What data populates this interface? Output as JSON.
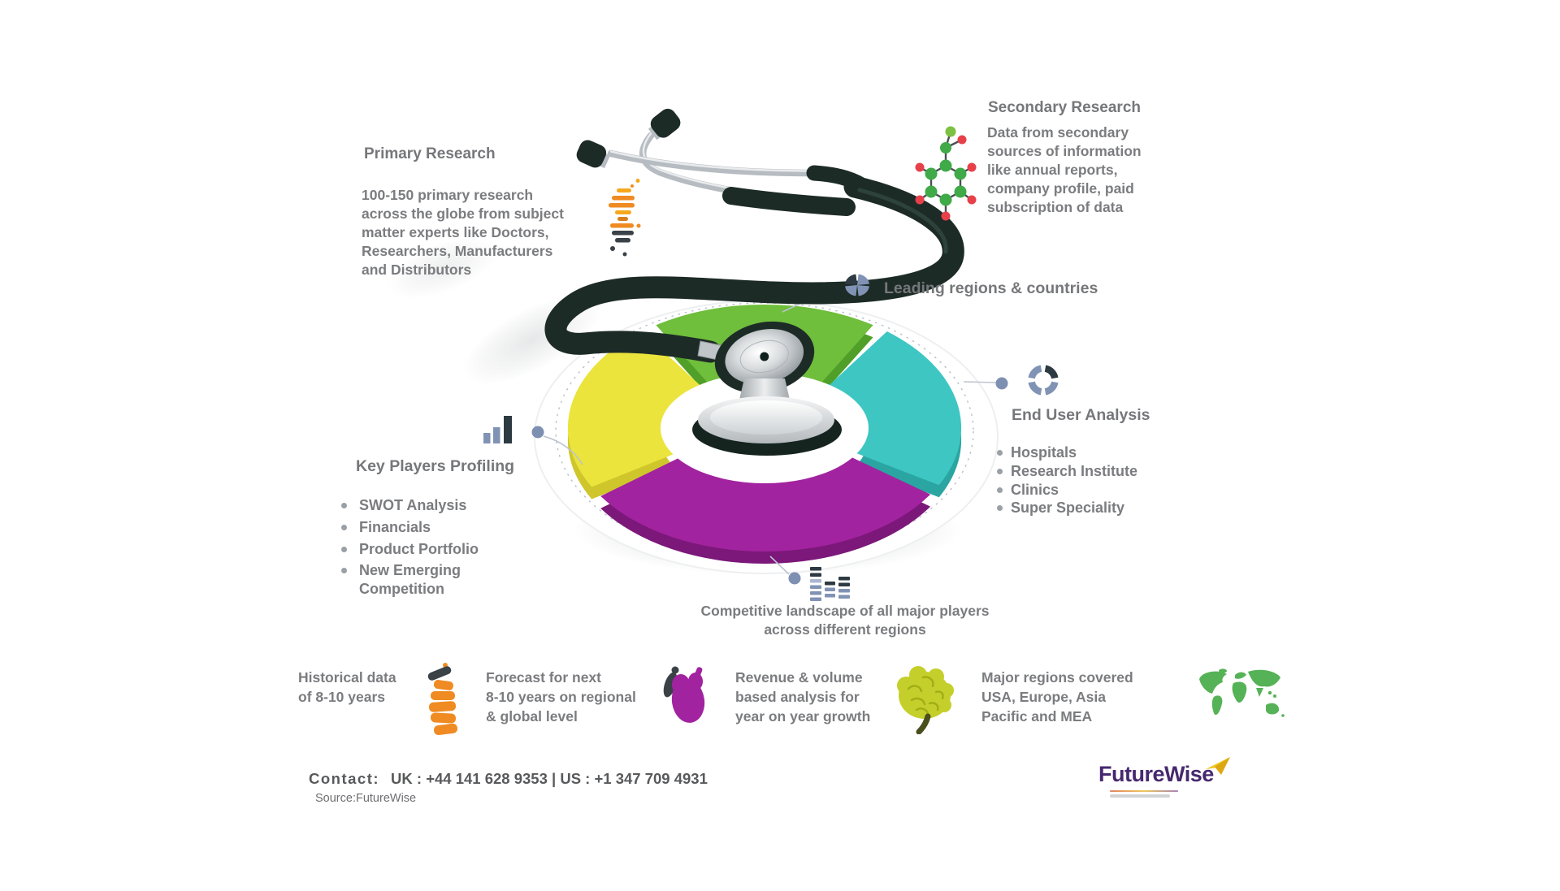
{
  "colors": {
    "background": "#ffffff",
    "text_gray": "#77787b",
    "donut_green": "#6fbe3c",
    "donut_teal": "#3ec6c3",
    "donut_purple": "#a2239f",
    "donut_yellow": "#ebe43c",
    "stethoscope_dark": "#1d2b27",
    "icon_blue_gray": "#8193b5",
    "icon_dark": "#2e3a42",
    "icon_orange": "#ef8b22",
    "molecule_green": "#3faa47",
    "molecule_red": "#e8404a",
    "brain_yellow_green": "#c5cf2b",
    "map_green": "#56b257",
    "logo_purple": "#46286f",
    "logo_yellow": "#f2c71d"
  },
  "sections": {
    "primary_research": {
      "title": "Primary Research",
      "body": "100-150 primary research\nacross the globe from subject\nmatter experts like Doctors,\nResearchers, Manufacturers\nand Distributors",
      "icon": "dna-icon"
    },
    "secondary_research": {
      "title": "Secondary Research",
      "body": "Data from secondary\nsources of information\nlike annual reports,\ncompany profile, paid\nsubscription of data",
      "icon": "molecule-icon"
    },
    "leading_regions": {
      "label": "Leading regions & countries",
      "icon": "pie-chart-icon"
    },
    "end_user_analysis": {
      "title": "End User Analysis",
      "icon": "segmented-ring-icon",
      "items": [
        "Hospitals",
        "Research Institute",
        "Clinics",
        "Super Speciality"
      ]
    },
    "key_players_profiling": {
      "title": "Key Players Profiling",
      "icon": "bar-chart-icon",
      "items": [
        "SWOT Analysis",
        "Financials",
        "Product Portfolio",
        "New Emerging\nCompetition"
      ]
    },
    "competitive_landscape": {
      "label": "Competitive landscape of all major players\nacross different regions",
      "icon": "equalizer-icon"
    }
  },
  "bottom_row": [
    {
      "text": "Historical data\nof 8-10 years",
      "icon": "spine-icon"
    },
    {
      "text": "Forecast for next\n8-10 years on regional\n& global level",
      "icon": "heart-icon"
    },
    {
      "text": "Revenue & volume\nbased analysis for\nyear on year growth",
      "icon": "brain-icon"
    },
    {
      "text": "Major regions covered\nUSA, Europe, Asia\nPacific and MEA",
      "icon": "world-map-icon"
    }
  ],
  "footer": {
    "contact_label": "Contact:",
    "contact_value": "UK : +44 141 628 9353  |  US :  +1 347 709 4931",
    "source": "Source:FutureWise",
    "brand": "FutureWise"
  }
}
